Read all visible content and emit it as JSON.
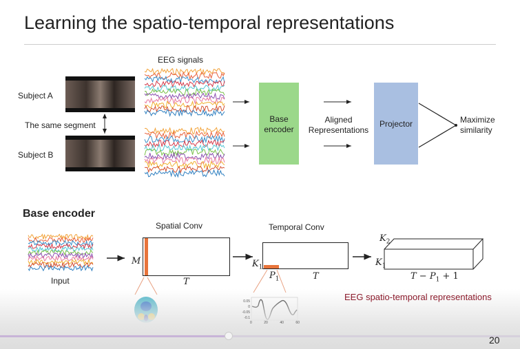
{
  "slide": {
    "title": "Learning the spatio-temporal representations",
    "page_number": "20"
  },
  "top": {
    "eeg_label": "EEG signals",
    "subject_a": "Subject A",
    "subject_b": "Subject B",
    "same_segment": "The same segment",
    "base_encoder": "Base\nencoder",
    "aligned": "Aligned\nRepresentations",
    "projector": "Projector",
    "maximize": "Maximize\nsimilarity"
  },
  "bottom": {
    "heading": "Base encoder",
    "input": "Input",
    "spatial_conv": "Spatial Conv",
    "temporal_conv": "Temporal Conv",
    "M": "M",
    "T1": "T",
    "K1": "K",
    "P1": "P",
    "T2": "T",
    "K2": "K",
    "K1b": "K",
    "out_dim": "T − P",
    "out_dim_tail": " + 1",
    "sub1": "1",
    "sub2": "2",
    "output_label": "EEG spatio-temporal representations"
  },
  "mini_plot": {
    "yticks": [
      "0.05",
      "0",
      "-0.05",
      "-0.1"
    ],
    "xticks": [
      "0",
      "20",
      "40",
      "60"
    ]
  },
  "player": {
    "progress": 0.44
  },
  "colors": {
    "encoder": "#9bd88a",
    "projector": "#a9bfe1",
    "kernel": "#e8743b",
    "output_label": "#8b1a2b"
  }
}
